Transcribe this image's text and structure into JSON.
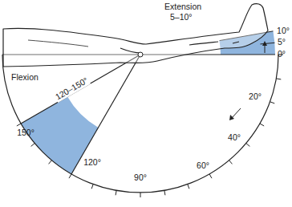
{
  "diagram": {
    "labels": [
      "Extension",
      "5–10°",
      "Flexion",
      "120–150°",
      "10°",
      "5°",
      "0°",
      "20°",
      "40°",
      "60°",
      "90°",
      "120°",
      "150°"
    ]
  }
}
